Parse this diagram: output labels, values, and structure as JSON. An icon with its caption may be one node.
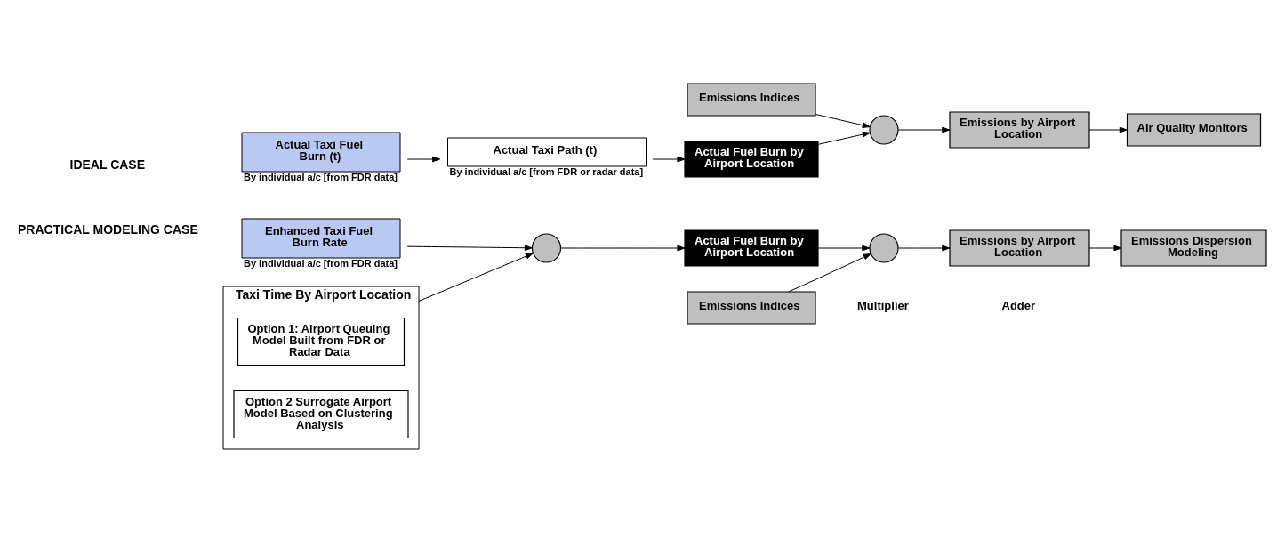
{
  "diagram": {
    "nodes": [
      {
        "text": [
          "Actual Taxi Fuel Burn (t)"
        ],
        "beside": [
          "By individual a/c [from FDR data]"
        ]
      },
      {
        "text": [
          "Actual Taxi Path (t)"
        ],
        "beside": [
          "By individual a/c [from FDR or radar data]"
        ]
      },
      {
        "text": [
          "Actual Fuel Burn by Airport Location"
        ]
      },
      {
        "text": [],
        "shape": "circle"
      },
      {
        "text": [
          "Emissions by Airport Location"
        ]
      },
      {
        "text": [
          "Air Quality Monitors"
        ]
      },
      {
        "text": [
          "Emissions Indices"
        ]
      },
      {
        "text": [
          "Enhanced Taxi Fuel Burn Rate"
        ],
        "beside": [
          "By individual a/c [from FDR data]"
        ]
      },
      {
        "text": [],
        "shape": "circle"
      },
      {
        "text": [
          "Actual Fuel Burn by Airport Location"
        ]
      },
      {
        "text": [],
        "shape": "circle"
      },
      {
        "text": [
          "Emissions by Airport Location"
        ]
      },
      {
        "text": [
          "Emissions Dispersion Modeling"
        ]
      },
      {
        "text": [
          "Taxi Time By Airport Location"
        ]
      },
      {
        "text": [
          "Option 1: Airport Queuing Model Built from FDR or Radar Data"
        ],
        "in": 13
      },
      {
        "text": [
          "Option 2 Surrogate Airport Model Based on Clustering Analysis"
        ],
        "in": 13
      },
      {
        "text": [
          "Emissions Indices"
        ]
      }
    ],
    "edges": [
      {
        "from": 0,
        "to": 1,
        "arrow": "to"
      },
      {
        "from": 1,
        "to": 2,
        "arrow": "to"
      },
      {
        "from": 2,
        "to": 3,
        "arrow": "to"
      },
      {
        "from": 6,
        "to": 3,
        "arrow": "to"
      },
      {
        "from": 3,
        "to": 4,
        "arrow": "to"
      },
      {
        "from": 4,
        "to": 5,
        "arrow": "to"
      },
      {
        "from": 7,
        "to": 8,
        "arrow": "to"
      },
      {
        "from": 13,
        "to": 8,
        "arrow": "to"
      },
      {
        "from": 8,
        "to": 9,
        "arrow": "to"
      },
      {
        "from": 9,
        "to": 10,
        "arrow": "to"
      },
      {
        "from": 16,
        "to": 10,
        "arrow": "to"
      },
      {
        "from": 10,
        "to": 11,
        "arrow": "to"
      },
      {
        "from": 11,
        "to": 12,
        "arrow": "to"
      }
    ],
    "labels": [
      "IDEAL CASE",
      "PRACTICAL MODELING CASE"
    ],
    "legend": [
      {
        "text": "Multiplier"
      },
      {
        "text": "Adder"
      }
    ]
  }
}
